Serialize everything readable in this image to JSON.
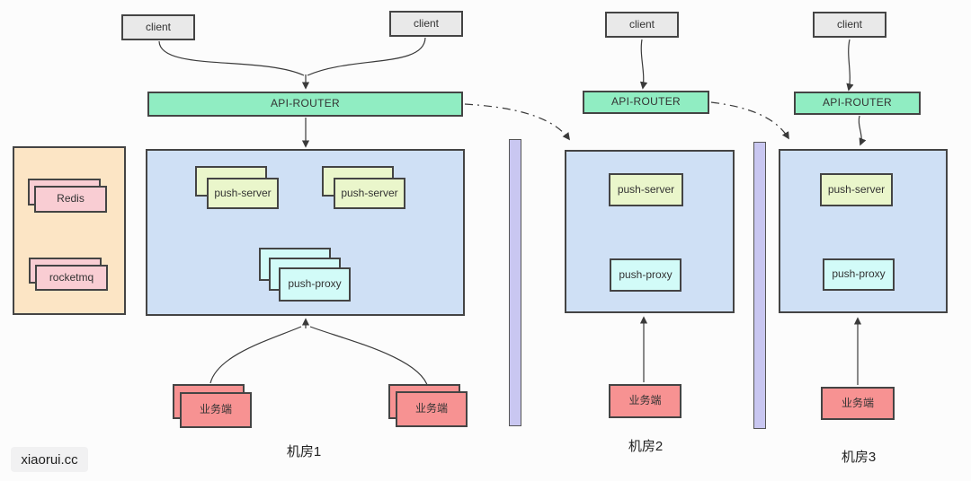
{
  "diagram": {
    "watermark": "xiaorui.cc",
    "clients": {
      "label": "client",
      "count": 4
    },
    "routers": {
      "label": "API-ROUTER",
      "count": 3
    },
    "middleware_panel": {
      "redis": "Redis",
      "rocketmq": "rocketmq"
    },
    "datacenters": [
      {
        "name": "机房1",
        "push_server": "push-server",
        "push_proxy": "push-proxy",
        "business": "业务端"
      },
      {
        "name": "机房2",
        "push_server": "push-server",
        "push_proxy": "push-proxy",
        "business": "业务端"
      },
      {
        "name": "机房3",
        "push_server": "push-server",
        "push_proxy": "push-proxy",
        "business": "业务端"
      }
    ],
    "colors": {
      "client_fill": "#e9e9e9",
      "router_fill": "#90edc2",
      "dc_fill": "#cfe0f5",
      "server_fill": "#eaf6cb",
      "proxy_fill": "#d2fbf8",
      "mq_panel_fill": "#fce5c5",
      "mq_fill": "#f9cdd3",
      "business_fill": "#f79292",
      "divider_fill": "#c9c7f1",
      "border": "#444444",
      "line": "#3a3a3a"
    }
  }
}
